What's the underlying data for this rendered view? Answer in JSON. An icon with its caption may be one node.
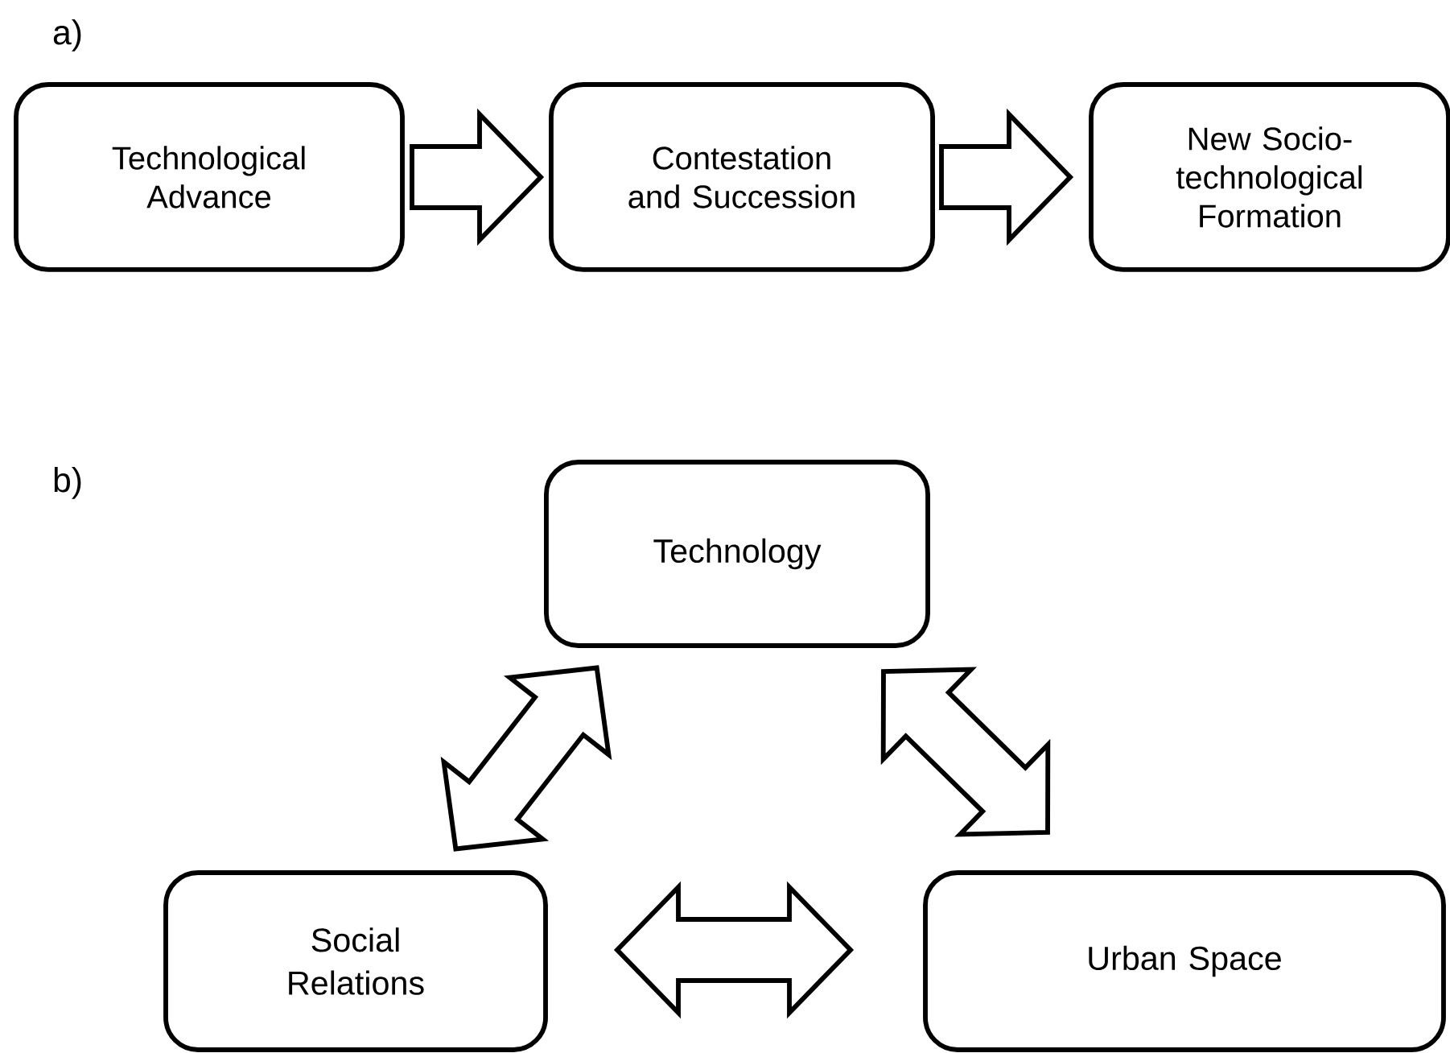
{
  "diagram": {
    "nodes": [
      {
        "text": [
          "Technological Advance"
        ]
      },
      {
        "text": [
          "Contestation and Succession"
        ]
      },
      {
        "text": [
          "New Socio-technological Formation"
        ]
      },
      {
        "text": [
          "Technology"
        ]
      },
      {
        "text": [
          "Social Relations"
        ]
      },
      {
        "text": [
          "Urban Space"
        ]
      }
    ],
    "edges": [
      {
        "from": 0,
        "to": 1,
        "arrow": "to"
      },
      {
        "from": 1,
        "to": 2,
        "arrow": "to"
      },
      {
        "from": 3,
        "to": 4,
        "arrow": "both"
      },
      {
        "from": 3,
        "to": 5,
        "arrow": "both"
      },
      {
        "from": 4,
        "to": 5,
        "arrow": "both"
      }
    ],
    "labels": [
      "a)",
      "b)"
    ]
  }
}
